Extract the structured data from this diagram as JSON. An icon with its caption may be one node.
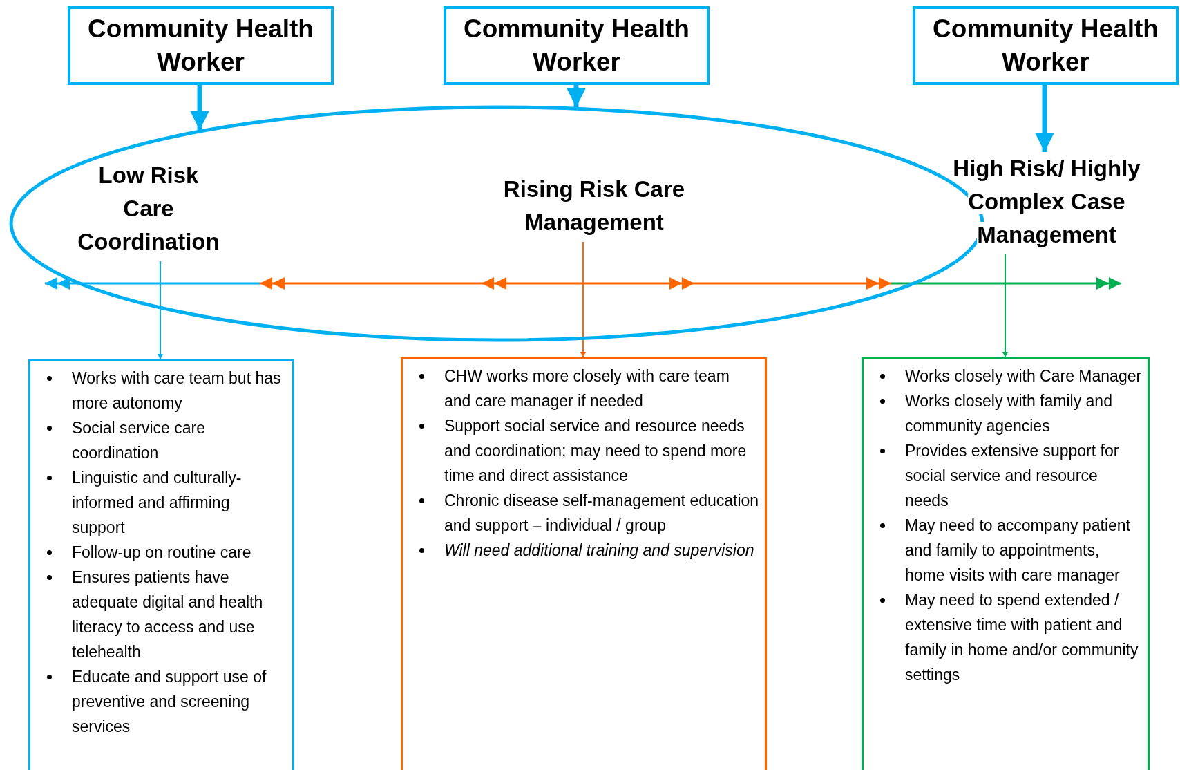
{
  "diagram": {
    "nodes": [
      {
        "text": [
          "Community Health Worker"
        ]
      },
      {
        "text": [
          "Community Health Worker"
        ]
      },
      {
        "text": [
          "Community Health Worker"
        ]
      },
      {
        "text": [],
        "shape": "ellipse"
      },
      {
        "text": [
          "Low Risk Care Coordination"
        ],
        "in": 3
      },
      {
        "text": [
          "Rising Risk Care Management"
        ],
        "in": 3
      },
      {
        "text": [
          "High Risk/ Highly Complex Case Management"
        ]
      },
      {
        "text": [
          "Works with care team but has more autonomy",
          "Social service care coordination",
          "Linguistic and culturally-informed and affirming support",
          "Follow-up on routine care",
          "Ensures patients have adequate digital and health literacy to access and use telehealth",
          "Educate and support use of preventive and screening services"
        ]
      },
      {
        "text": [
          "CHW works more closely with care team and care manager if needed",
          "Support social service and resource needs and coordination; may need to spend more time and direct assistance",
          "Chronic disease self-management education and support – individual / group",
          "*Will need additional training and supervision*"
        ]
      },
      {
        "text": [
          "Works closely with Care Manager",
          "Works closely with family and community agencies",
          "Provides extensive support for social service and resource needs",
          "May need to accompany patient and family to appointments, home visits with care manager",
          "May need to spend extended / extensive time with patient and family in home and/or community settings"
        ]
      }
    ],
    "edges": [
      {
        "from": 0,
        "to": 3,
        "arrow": "to",
        "style": "thick"
      },
      {
        "from": 1,
        "to": 3,
        "arrow": "to",
        "style": "thick"
      },
      {
        "from": 2,
        "to": 6,
        "arrow": "to",
        "style": "thick"
      },
      {
        "from": 4,
        "to": 7,
        "arrow": "to"
      },
      {
        "from": 5,
        "to": 8,
        "arrow": "to",
        "color": "#ff6600"
      },
      {
        "from": 6,
        "to": 9,
        "arrow": "to",
        "color": "#00b050"
      }
    ]
  }
}
